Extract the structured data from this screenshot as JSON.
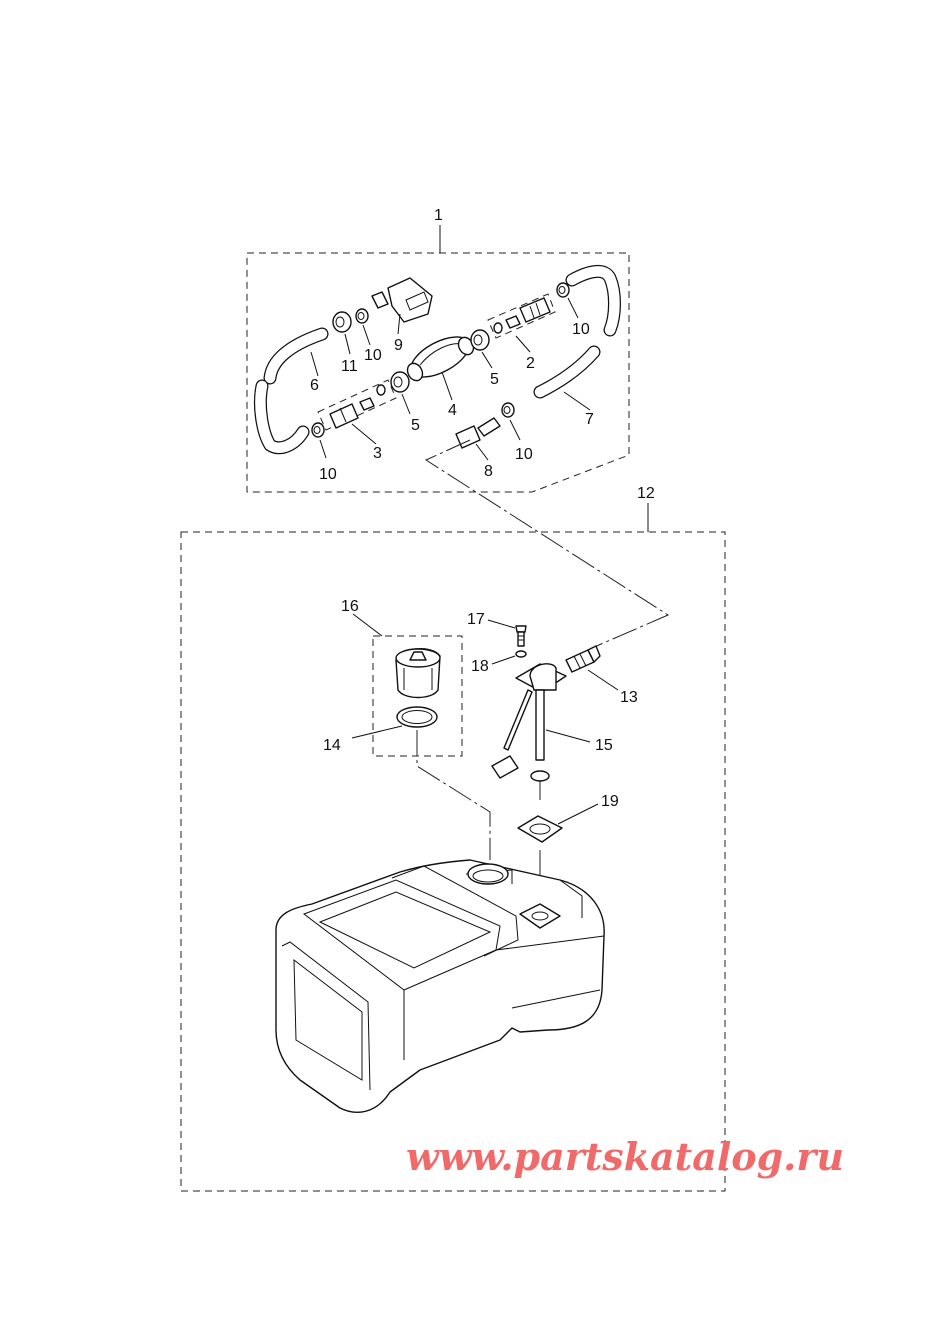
{
  "callouts": [
    {
      "id": "c1",
      "text": "1"
    },
    {
      "id": "c2",
      "text": "2"
    },
    {
      "id": "c3",
      "text": "3"
    },
    {
      "id": "c4",
      "text": "4"
    },
    {
      "id": "c5a",
      "text": "5"
    },
    {
      "id": "c5b",
      "text": "5"
    },
    {
      "id": "c6",
      "text": "6"
    },
    {
      "id": "c7",
      "text": "7"
    },
    {
      "id": "c8",
      "text": "8"
    },
    {
      "id": "c9",
      "text": "9"
    },
    {
      "id": "c10a",
      "text": "10"
    },
    {
      "id": "c10b",
      "text": "10"
    },
    {
      "id": "c10c",
      "text": "10"
    },
    {
      "id": "c10d",
      "text": "10"
    },
    {
      "id": "c11",
      "text": "11"
    },
    {
      "id": "c12",
      "text": "12"
    },
    {
      "id": "c13",
      "text": "13"
    },
    {
      "id": "c14",
      "text": "14"
    },
    {
      "id": "c15",
      "text": "15"
    },
    {
      "id": "c16",
      "text": "16"
    },
    {
      "id": "c17",
      "text": "17"
    },
    {
      "id": "c18",
      "text": "18"
    },
    {
      "id": "c19",
      "text": "19"
    }
  ],
  "watermark": "www.partskatalog.ru",
  "colors": {
    "watermark": "#f06a6a",
    "line": "#111111",
    "background": "#ffffff"
  }
}
